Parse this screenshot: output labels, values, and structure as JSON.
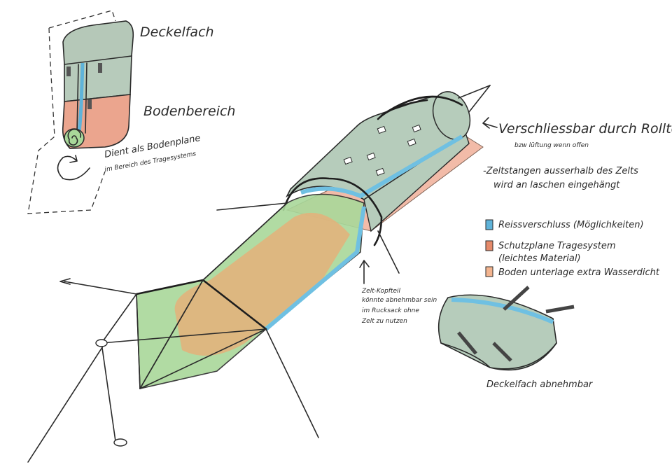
{
  "labels": {
    "deckelfach": "Deckelfach",
    "bodenbereich": "Bodenbereich",
    "dient_1": "Dient als Bodenplane",
    "dient_2": "im Bereich des Tragesystems",
    "rolltop_1": "Verschliessbar durch Rolltop",
    "rolltop_2": "bzw lüftung wenn offen",
    "stangen_1": "-Zeltstangen ausserhalb des Zelts",
    "stangen_2": "wird an laschen eingehängt",
    "kopfteil_1": "Zelt-Kopfteil",
    "kopfteil_2": "könnte abnehmbar sein",
    "kopfteil_3": "im Rucksack ohne",
    "kopfteil_4": "Zelt zu nutzen",
    "abnehmbar": "Deckelfach abnehmbar"
  },
  "legend": [
    {
      "color": "#5fb3d9",
      "text": "Reissverschluss (Möglichkeiten)"
    },
    {
      "color": "#e58a6a",
      "text": "Schutzplane Tragesystem"
    },
    {
      "color": null,
      "text": "(leichtes Material)"
    },
    {
      "color": "#f3b48f",
      "text": "Boden unterlage extra Wasserdicht"
    }
  ],
  "colors": {
    "tent_gray": "#b6ccbb",
    "tent_green": "#a9d89a",
    "floor_orange": "#e5b07a",
    "zipper_blue": "#6fc0e2",
    "cover_salmon": "#eba58e",
    "ink": "#2a2a2a"
  }
}
